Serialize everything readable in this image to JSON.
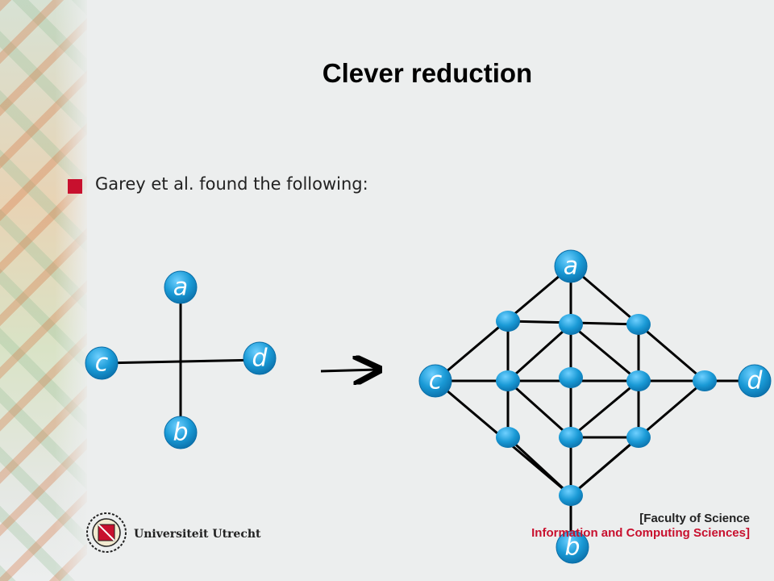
{
  "title": "Clever reduction",
  "bullet": "Garey et al. found the following:",
  "left_graph": {
    "labels": {
      "a": "a",
      "b": "b",
      "c": "c",
      "d": "d"
    }
  },
  "right_graph": {
    "labels": {
      "a": "a",
      "b": "b",
      "c": "c",
      "d": "d"
    }
  },
  "footer": {
    "university": "Universiteit Utrecht",
    "faculty_line1": "[Faculty of Science",
    "faculty_line2": "Information and Computing Sciences]"
  },
  "colors": {
    "accent": "#c8102e",
    "node": "#1e90cc",
    "edge": "#000000",
    "background": "#eceeee"
  }
}
